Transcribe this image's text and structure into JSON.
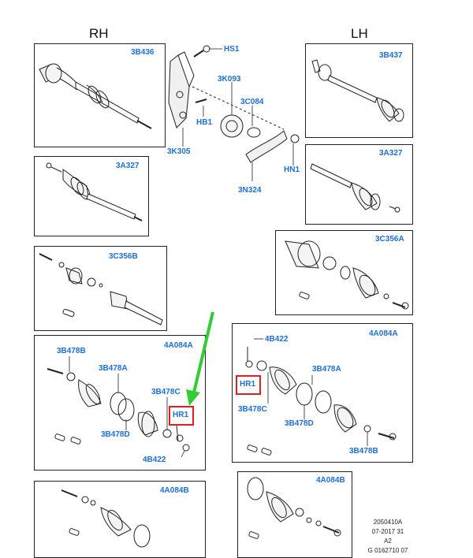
{
  "titles": {
    "rh": "RH",
    "lh": "LH"
  },
  "labels": {
    "rh_top": "3B436",
    "hs1": "HS1",
    "k3093": "3K093",
    "c3084": "3C084",
    "hb1": "HB1",
    "k3305": "3K305",
    "hn1": "HN1",
    "n3324": "3N324",
    "lh_top": "3B437",
    "lh_3a327": "3A327",
    "rh_3a327": "3A327",
    "rh_3c356b": "3C356B",
    "lh_3c356a": "3C356A",
    "rh_4a084a": "4A084A",
    "rh_3b478b": "3B478B",
    "rh_3b478a": "3B478A",
    "rh_3b478c": "3B478C",
    "rh_hr1": "HR1",
    "rh_3b478d": "3B478D",
    "rh_4b422": "4B422",
    "lh_4b422": "4B422",
    "lh_4a084a": "4A084A",
    "lh_hr1": "HR1",
    "lh_3b478a": "3B478A",
    "lh_3b478c": "3B478C",
    "lh_3b478d": "3B478D",
    "lh_3b478b": "3B478B",
    "rh_4a084b": "4A084B",
    "lh_4a084b": "4A084B"
  },
  "footer": {
    "line1": "2050410A",
    "line2": "07-2017 31",
    "line3": "A2",
    "line4": "G 0162710 07"
  },
  "colors": {
    "label": "#1c6fd6",
    "highlight": "#e02020",
    "arrow": "#33cc33",
    "line": "#222222"
  }
}
